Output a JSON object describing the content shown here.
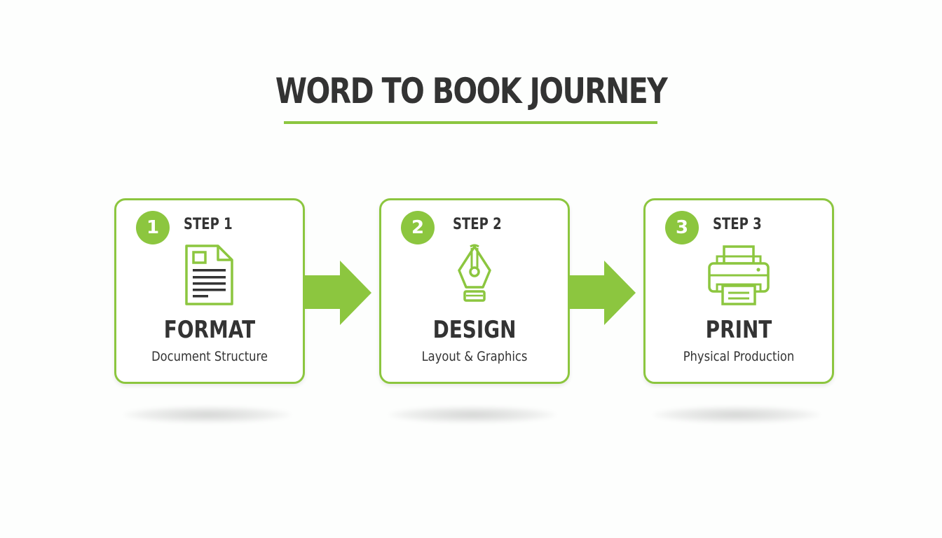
{
  "title": "WORD TO BOOK JOURNEY",
  "colors": {
    "accent": "#8cc63f",
    "text": "#333333",
    "background": "#fdfefd"
  },
  "steps": [
    {
      "number": "1",
      "label": "STEP 1",
      "icon": "document-icon",
      "title": "FORMAT",
      "subtitle": "Document Structure"
    },
    {
      "number": "2",
      "label": "STEP 2",
      "icon": "pen-nib-icon",
      "title": "DESIGN",
      "subtitle": "Layout & Graphics"
    },
    {
      "number": "3",
      "label": "STEP 3",
      "icon": "printer-icon",
      "title": "PRINT",
      "subtitle": "Physical Production"
    }
  ],
  "connectors": [
    "arrow-right-icon",
    "arrow-right-icon"
  ]
}
